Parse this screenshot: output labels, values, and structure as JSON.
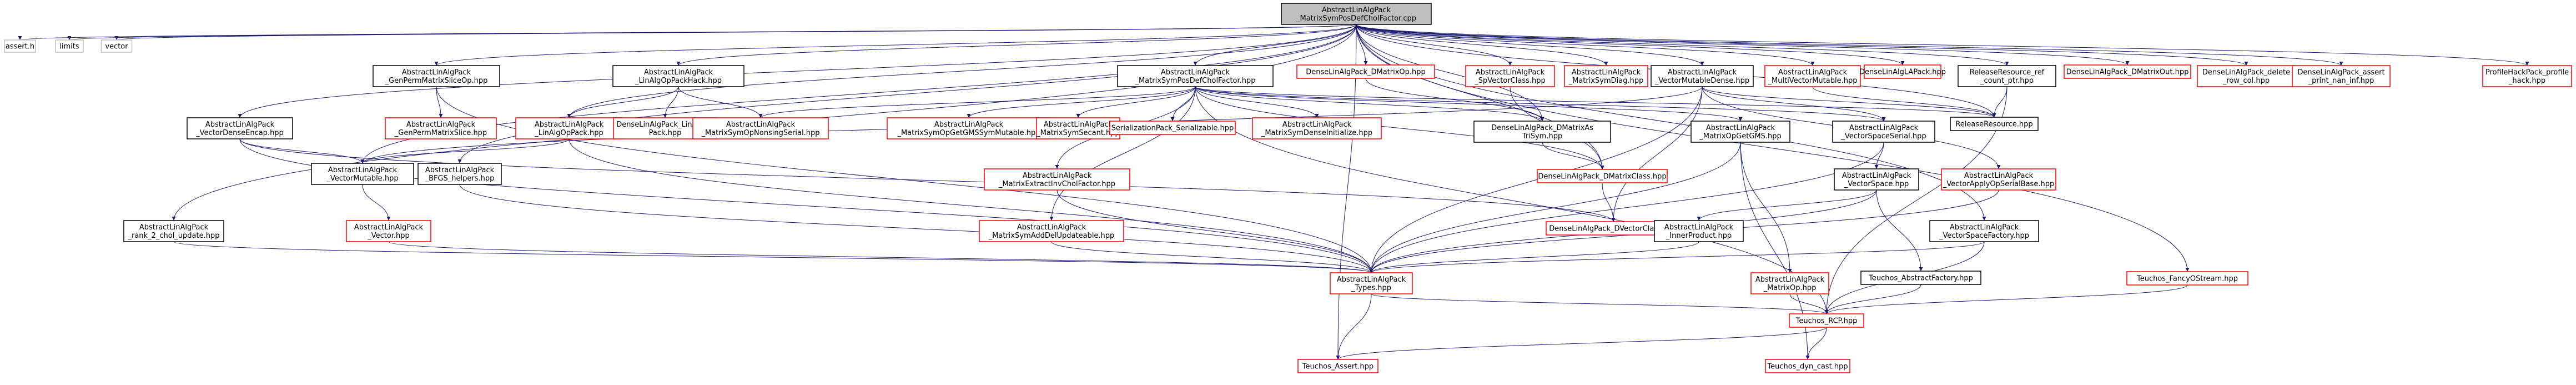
{
  "colors": {
    "root_fill": "#bfbfbf",
    "boxed_fill": "#ffffff",
    "edge": "#191970",
    "border_black": "#000000",
    "border_red": "#ff0000",
    "border_gray": "#bfbfbf"
  },
  "nodes": [
    {
      "id": "root",
      "lines": [
        "AbstractLinAlgPack",
        "_MatrixSymPosDefCholFactor.cpp"
      ],
      "kind": "root"
    },
    {
      "id": "asserth",
      "lines": [
        "assert.h"
      ],
      "kind": "gray"
    },
    {
      "id": "limits",
      "lines": [
        "limits"
      ],
      "kind": "gray"
    },
    {
      "id": "vector",
      "lines": [
        "vector"
      ],
      "kind": "gray"
    },
    {
      "id": "genperm",
      "lines": [
        "AbstractLinAlgPack",
        "_GenPermMatrixSliceOp.hpp"
      ],
      "kind": "black"
    },
    {
      "id": "linalgophack",
      "lines": [
        "AbstractLinAlgPack",
        "_LinAlgOpPackHack.hpp"
      ],
      "kind": "black"
    },
    {
      "id": "symposdef",
      "lines": [
        "AbstractLinAlgPack",
        "_MatrixSymPosDefCholFactor.hpp"
      ],
      "kind": "black"
    },
    {
      "id": "dmatrixop",
      "lines": [
        "DenseLinAlgPack_DMatrixOp.hpp"
      ],
      "kind": "red"
    },
    {
      "id": "spvector",
      "lines": [
        "AbstractLinAlgPack",
        "_SpVectorClass.hpp"
      ],
      "kind": "red"
    },
    {
      "id": "symdiag",
      "lines": [
        "AbstractLinAlgPack",
        "_MatrixSymDiag.hpp"
      ],
      "kind": "red"
    },
    {
      "id": "vecmutdense",
      "lines": [
        "AbstractLinAlgPack",
        "_VectorMutableDense.hpp"
      ],
      "kind": "black"
    },
    {
      "id": "multmutable",
      "lines": [
        "AbstractLinAlgPack",
        "_MultiVectorMutable.hpp"
      ],
      "kind": "red"
    },
    {
      "id": "lapack",
      "lines": [
        "DenseLinAlgLAPack.hpp"
      ],
      "kind": "red"
    },
    {
      "id": "releaseref",
      "lines": [
        "ReleaseResource_ref",
        "_count_ptr.hpp"
      ],
      "kind": "black"
    },
    {
      "id": "dmatout",
      "lines": [
        "DenseLinAlgPack_DMatrixOut.hpp"
      ],
      "kind": "red"
    },
    {
      "id": "deletecol",
      "lines": [
        "DenseLinAlgPack_delete",
        "_row_col.hpp"
      ],
      "kind": "red"
    },
    {
      "id": "assertprint",
      "lines": [
        "DenseLinAlgPack_assert",
        "_print_nan_inf.hpp"
      ],
      "kind": "red"
    },
    {
      "id": "profilehack",
      "lines": [
        "ProfileHackPack_profile",
        "_hack.hpp"
      ],
      "kind": "red"
    },
    {
      "id": "vecdenseencap",
      "lines": [
        "AbstractLinAlgPack",
        "_VectorDenseEncap.hpp"
      ],
      "kind": "black"
    },
    {
      "id": "genpermslice",
      "lines": [
        "AbstractLinAlgPack",
        "_GenPermMatrixSlice.hpp"
      ],
      "kind": "red"
    },
    {
      "id": "linalgoppack",
      "lines": [
        "AbstractLinAlgPack",
        "_LinAlgOpPack.hpp"
      ],
      "kind": "red"
    },
    {
      "id": "dlinalgoppack",
      "lines": [
        "DenseLinAlgPack_LinAlgOp",
        "Pack.hpp"
      ],
      "kind": "red"
    },
    {
      "id": "symnonsing",
      "lines": [
        "AbstractLinAlgPack",
        "_MatrixSymOpNonsingSerial.hpp"
      ],
      "kind": "red"
    },
    {
      "id": "symgetgms",
      "lines": [
        "AbstractLinAlgPack",
        "_MatrixSymOpGetGMSSymMutable.hpp"
      ],
      "kind": "red"
    },
    {
      "id": "symsecant",
      "lines": [
        "AbstractLinAlgPack",
        "_MatrixSymSecant.hpp"
      ],
      "kind": "red"
    },
    {
      "id": "serialization",
      "lines": [
        "SerializationPack_Serializable.hpp"
      ],
      "kind": "red"
    },
    {
      "id": "symdenseinit",
      "lines": [
        "AbstractLinAlgPack",
        "_MatrixSymDenseInitialize.hpp"
      ],
      "kind": "red"
    },
    {
      "id": "dmatrixastri",
      "lines": [
        "DenseLinAlgPack_DMatrixAs",
        "TriSym.hpp"
      ],
      "kind": "black"
    },
    {
      "id": "matopgetgms",
      "lines": [
        "AbstractLinAlgPack",
        "_MatrixOpGetGMS.hpp"
      ],
      "kind": "black"
    },
    {
      "id": "vecspaceserial",
      "lines": [
        "AbstractLinAlgPack",
        "_VectorSpaceSerial.hpp"
      ],
      "kind": "black"
    },
    {
      "id": "releaseres",
      "lines": [
        "ReleaseResource.hpp"
      ],
      "kind": "black"
    },
    {
      "id": "vecmutable",
      "lines": [
        "AbstractLinAlgPack",
        "_VectorMutable.hpp"
      ],
      "kind": "black"
    },
    {
      "id": "bfgs",
      "lines": [
        "AbstractLinAlgPack",
        "_BFGS_helpers.hpp"
      ],
      "kind": "black"
    },
    {
      "id": "extractinv",
      "lines": [
        "AbstractLinAlgPack",
        "_MatrixExtractInvCholFactor.hpp"
      ],
      "kind": "red"
    },
    {
      "id": "dmatrixclass",
      "lines": [
        "DenseLinAlgPack_DMatrixClass.hpp"
      ],
      "kind": "red"
    },
    {
      "id": "vecspace",
      "lines": [
        "AbstractLinAlgPack",
        "_VectorSpace.hpp"
      ],
      "kind": "black"
    },
    {
      "id": "vecapplyop",
      "lines": [
        "AbstractLinAlgPack",
        "_VectorApplyOpSerialBase.hpp"
      ],
      "kind": "red"
    },
    {
      "id": "vecclass",
      "lines": [
        "AbstractLinAlgPack",
        "_Vector.hpp"
      ],
      "kind": "red"
    },
    {
      "id": "dvectorclass",
      "lines": [
        "DenseLinAlgPack_DVectorClass.hpp"
      ],
      "kind": "red"
    },
    {
      "id": "rank2chol",
      "lines": [
        "AbstractLinAlgPack",
        "_rank_2_chol_update.hpp"
      ],
      "kind": "black"
    },
    {
      "id": "symadddel",
      "lines": [
        "AbstractLinAlgPack",
        "_MatrixSymAddDelUpdateable.hpp"
      ],
      "kind": "red"
    },
    {
      "id": "innerproduct",
      "lines": [
        "AbstractLinAlgPack",
        "_InnerProduct.hpp"
      ],
      "kind": "black"
    },
    {
      "id": "vecspacefactory",
      "lines": [
        "AbstractLinAlgPack",
        "_VectorSpaceFactory.hpp"
      ],
      "kind": "black"
    },
    {
      "id": "typeshpp",
      "lines": [
        "AbstractLinAlgPack",
        "_Types.hpp"
      ],
      "kind": "red"
    },
    {
      "id": "matrixop",
      "lines": [
        "AbstractLinAlgPack",
        "_MatrixOp.hpp"
      ],
      "kind": "red"
    },
    {
      "id": "abstractfactory",
      "lines": [
        "Teuchos_AbstractFactory.hpp"
      ],
      "kind": "black"
    },
    {
      "id": "fancyostream",
      "lines": [
        "Teuchos_FancyOStream.hpp"
      ],
      "kind": "red"
    },
    {
      "id": "rcp",
      "lines": [
        "Teuchos_RCP.hpp"
      ],
      "kind": "red"
    },
    {
      "id": "tasserthpp",
      "lines": [
        "Teuchos_Assert.hpp"
      ],
      "kind": "red"
    },
    {
      "id": "dyncast",
      "lines": [
        "Teuchos_dyn_cast.hpp"
      ],
      "kind": "red"
    }
  ],
  "edges": [
    [
      "root",
      "asserth"
    ],
    [
      "root",
      "limits"
    ],
    [
      "root",
      "vector"
    ],
    [
      "root",
      "genperm"
    ],
    [
      "root",
      "linalgophack"
    ],
    [
      "root",
      "symposdef"
    ],
    [
      "root",
      "dmatrixop"
    ],
    [
      "root",
      "spvector"
    ],
    [
      "root",
      "symdiag"
    ],
    [
      "root",
      "vecmutdense"
    ],
    [
      "root",
      "multmutable"
    ],
    [
      "root",
      "lapack"
    ],
    [
      "root",
      "releaseref"
    ],
    [
      "root",
      "dmatout"
    ],
    [
      "root",
      "deletecol"
    ],
    [
      "root",
      "assertprint"
    ],
    [
      "root",
      "profilehack"
    ],
    [
      "root",
      "vecdenseencap"
    ],
    [
      "root",
      "vecmutable"
    ],
    [
      "root",
      "bfgs"
    ],
    [
      "root",
      "rank2chol"
    ],
    [
      "root",
      "linalgoppack"
    ],
    [
      "root",
      "vecspacefactory"
    ],
    [
      "root",
      "fancyostream"
    ],
    [
      "root",
      "tasserthpp"
    ],
    [
      "root",
      "dmatrixastri"
    ],
    [
      "root",
      "dmatrixclass"
    ],
    [
      "root",
      "releaseres"
    ],
    [
      "genperm",
      "genpermslice"
    ],
    [
      "genperm",
      "typeshpp"
    ],
    [
      "linalgophack",
      "linalgoppack"
    ],
    [
      "linalgophack",
      "dlinalgoppack"
    ],
    [
      "linalgophack",
      "symnonsing"
    ],
    [
      "symposdef",
      "symgetgms"
    ],
    [
      "symposdef",
      "symsecant"
    ],
    [
      "symposdef",
      "serialization"
    ],
    [
      "symposdef",
      "symdenseinit"
    ],
    [
      "symposdef",
      "symnonsing"
    ],
    [
      "symposdef",
      "dmatrixastri"
    ],
    [
      "symposdef",
      "matopgetgms"
    ],
    [
      "symposdef",
      "extractinv"
    ],
    [
      "symposdef",
      "symadddel"
    ],
    [
      "symposdef",
      "vecspaceserial"
    ],
    [
      "symposdef",
      "releaseres"
    ],
    [
      "symposdef",
      "rcp"
    ],
    [
      "symposdef",
      "dmatrixclass"
    ],
    [
      "dmatrixop",
      "dmatrixastri"
    ],
    [
      "spvector",
      "dmatrixclass"
    ],
    [
      "vecmutdense",
      "vecmutable"
    ],
    [
      "vecmutdense",
      "vecspaceserial"
    ],
    [
      "vecmutdense",
      "releaseres"
    ],
    [
      "vecmutdense",
      "vecapplyop"
    ],
    [
      "vecmutdense",
      "dvectorclass"
    ],
    [
      "vecmutdense",
      "typeshpp"
    ],
    [
      "multmutable",
      "releaseres"
    ],
    [
      "releaseref",
      "releaseres"
    ],
    [
      "releaseref",
      "rcp"
    ],
    [
      "vecdenseencap",
      "vecmutable"
    ],
    [
      "vecdenseencap",
      "dvectorclass"
    ],
    [
      "vecdenseencap",
      "typeshpp"
    ],
    [
      "linalgoppack",
      "vecmutable"
    ],
    [
      "linalgoppack",
      "typeshpp"
    ],
    [
      "vecmutable",
      "vecclass"
    ],
    [
      "vecclass",
      "typeshpp"
    ],
    [
      "bfgs",
      "typeshpp"
    ],
    [
      "extractinv",
      "typeshpp"
    ],
    [
      "dmatrixastri",
      "dmatrixclass"
    ],
    [
      "dmatrixclass",
      "dvectorclass"
    ],
    [
      "matopgetgms",
      "matrixop"
    ],
    [
      "matopgetgms",
      "dyncast"
    ],
    [
      "matopgetgms",
      "typeshpp"
    ],
    [
      "vecspaceserial",
      "vecspace"
    ],
    [
      "vecspaceserial",
      "typeshpp"
    ],
    [
      "vecspace",
      "innerproduct"
    ],
    [
      "vecspace",
      "abstractfactory"
    ],
    [
      "vecspace",
      "typeshpp"
    ],
    [
      "vecapplyop",
      "typeshpp"
    ],
    [
      "rank2chol",
      "typeshpp"
    ],
    [
      "symadddel",
      "typeshpp"
    ],
    [
      "innerproduct",
      "typeshpp"
    ],
    [
      "vecspacefactory",
      "typeshpp"
    ],
    [
      "vecspacefactory",
      "rcp"
    ],
    [
      "typeshpp",
      "rcp"
    ],
    [
      "typeshpp",
      "tasserthpp"
    ],
    [
      "matrixop",
      "rcp"
    ],
    [
      "abstractfactory",
      "rcp"
    ],
    [
      "fancyostream",
      "rcp"
    ],
    [
      "rcp",
      "dyncast"
    ],
    [
      "rcp",
      "tasserthpp"
    ]
  ]
}
